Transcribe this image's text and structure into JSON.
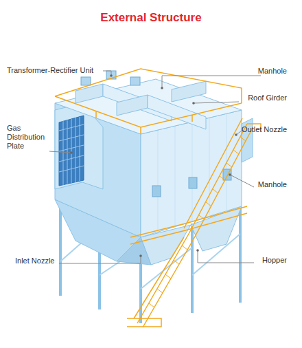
{
  "diagram": {
    "title": "External Structure",
    "labels": [
      "Transformer-Rectifier Unit",
      "Manhole",
      "Roof Girder",
      "Gas Distribution Plate",
      "Outlet Nozzle",
      "Manhole",
      "Inlet Nozzle",
      "Hopper"
    ]
  }
}
